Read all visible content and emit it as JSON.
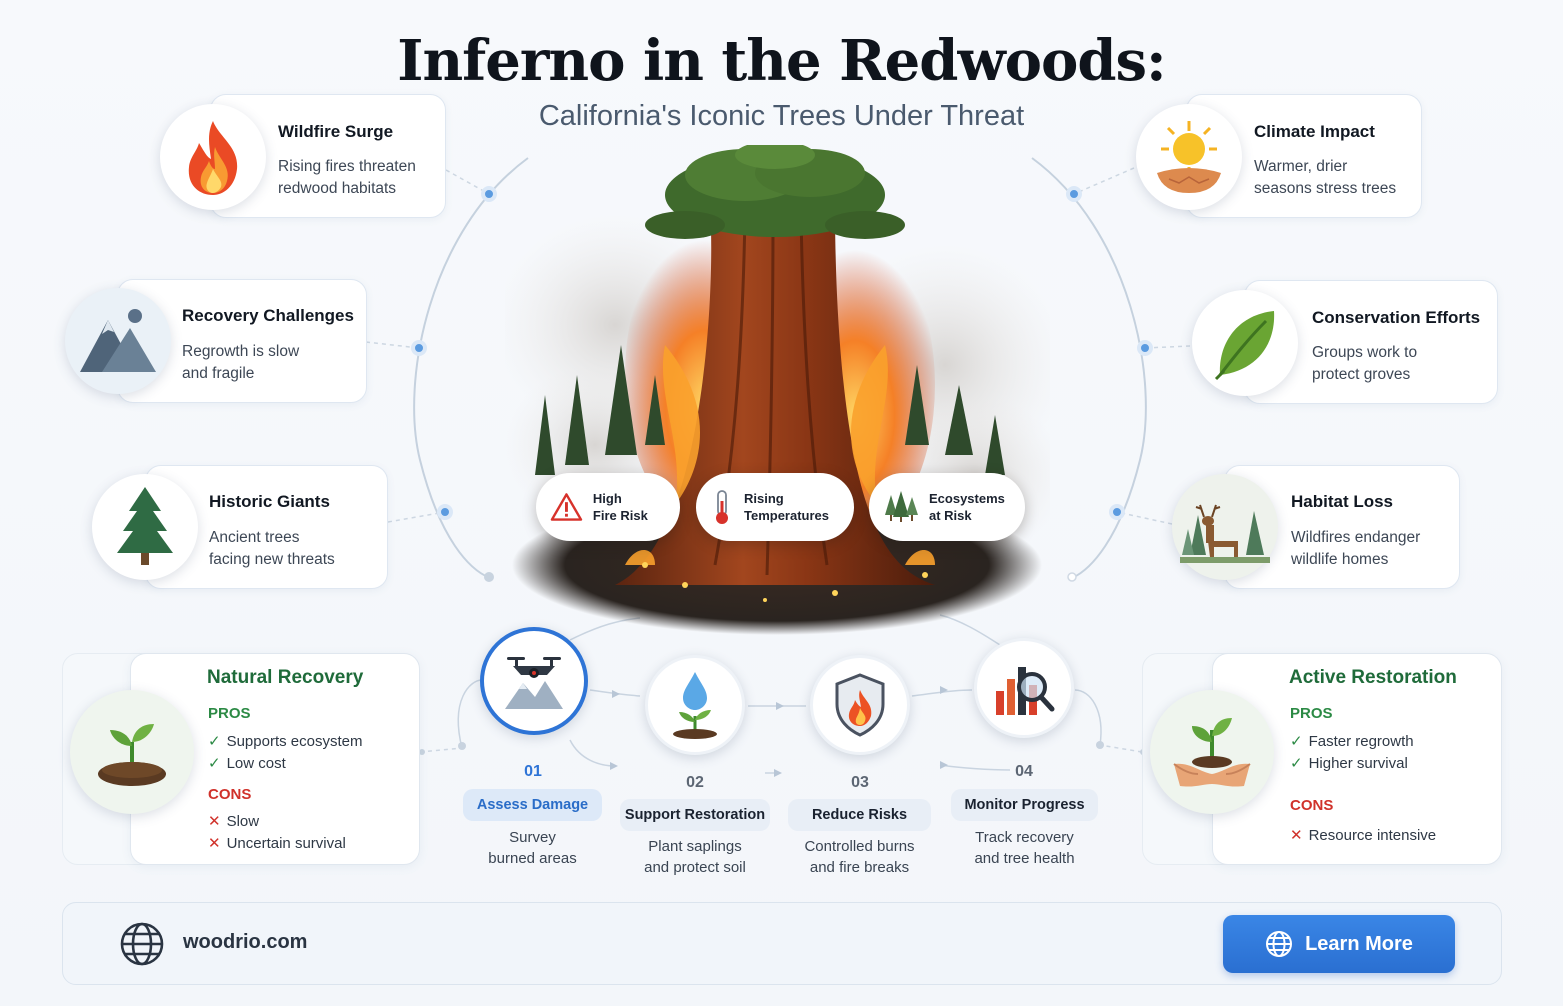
{
  "header": {
    "title": "Inferno in the Redwoods:",
    "subtitle": "California's Iconic Trees Under Threat"
  },
  "left_cards": [
    {
      "title": "Wildfire Surge",
      "desc1": "Rising fires threaten",
      "desc2": "redwood habitats",
      "icon": "flame-icon"
    },
    {
      "title": "Recovery Challenges",
      "desc1": "Regrowth is slow",
      "desc2": "and fragile",
      "icon": "mountains-icon"
    },
    {
      "title": "Historic Giants",
      "desc1": "Ancient trees",
      "desc2": "facing new threats",
      "icon": "pine-tree-icon"
    }
  ],
  "right_cards": [
    {
      "title": "Climate Impact",
      "desc1": "Warmer, drier",
      "desc2": "seasons stress trees",
      "icon": "sun-icon"
    },
    {
      "title": "Conservation Efforts",
      "desc1": "Groups work to",
      "desc2": "protect groves",
      "icon": "leaf-icon"
    },
    {
      "title": "Habitat Loss",
      "desc1": "Wildfires endanger",
      "desc2": "wildlife homes",
      "icon": "deer-icon"
    }
  ],
  "badges": [
    {
      "line1": "High",
      "line2": "Fire Risk",
      "icon": "warning-icon"
    },
    {
      "line1": "Rising",
      "line2": "Temperatures",
      "icon": "thermometer-icon"
    },
    {
      "line1": "Ecosystems",
      "line2": "at Risk",
      "icon": "forest-icon"
    }
  ],
  "steps": [
    {
      "num": "01",
      "label": "Assess Damage",
      "desc1": "Survey",
      "desc2": "burned areas",
      "icon": "drone-icon"
    },
    {
      "num": "02",
      "label": "Support Restoration",
      "desc1": "Plant saplings",
      "desc2": "and protect soil",
      "icon": "sapling-water-icon"
    },
    {
      "num": "03",
      "label": "Reduce Risks",
      "desc1": "Controlled burns",
      "desc2": "and fire breaks",
      "icon": "fire-shield-icon"
    },
    {
      "num": "04",
      "label": "Monitor Progress",
      "desc1": "Track recovery",
      "desc2": "and tree health",
      "icon": "chart-magnifier-icon"
    }
  ],
  "natural_recovery": {
    "title": "Natural Recovery",
    "pros_label": "PROS",
    "pros": [
      "Supports ecosystem",
      "Low cost"
    ],
    "cons_label": "CONS",
    "cons": [
      "Slow",
      "Uncertain survival"
    ]
  },
  "active_restoration": {
    "title": "Active Restoration",
    "pros_label": "PROS",
    "pros": [
      "Faster regrowth",
      "Higher survival"
    ],
    "cons_label": "CONS",
    "cons": [
      "Resource intensive"
    ]
  },
  "footer": {
    "site": "woodrio.com",
    "button": "Learn More"
  },
  "marks": {
    "check": "✓",
    "cross": "✕"
  },
  "colors": {
    "accent": "#2e74d6",
    "pros": "#2c8a45",
    "cons": "#d0322b",
    "title_green": "#1f6b3a"
  }
}
